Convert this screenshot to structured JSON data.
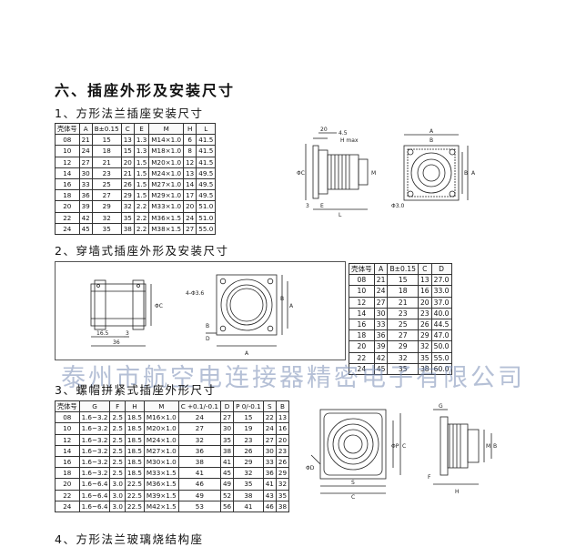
{
  "main_title": "六、插座外形及安装尺寸",
  "sections": [
    {
      "title": "1、方形法兰插座安装尺寸",
      "headers": [
        "壳体号",
        "A",
        "B±0.15",
        "C",
        "E",
        "M",
        "H",
        "L"
      ],
      "rows": [
        [
          "08",
          "21",
          "15",
          "13",
          "1.3",
          "M14×1.0",
          "6",
          "41.5"
        ],
        [
          "10",
          "24",
          "18",
          "15",
          "1.3",
          "M18×1.0",
          "8",
          "41.5"
        ],
        [
          "12",
          "27",
          "21",
          "20",
          "1.5",
          "M20×1.0",
          "12",
          "41.5"
        ],
        [
          "14",
          "30",
          "23",
          "21",
          "1.5",
          "M24×1.0",
          "13",
          "49.5"
        ],
        [
          "16",
          "33",
          "25",
          "26",
          "1.5",
          "M27×1.0",
          "14",
          "49.5"
        ],
        [
          "18",
          "36",
          "27",
          "29",
          "1.5",
          "M29×1.0",
          "17",
          "49.5"
        ],
        [
          "20",
          "39",
          "29",
          "32",
          "2.2",
          "M33×1.0",
          "20",
          "51.0"
        ],
        [
          "22",
          "42",
          "32",
          "35",
          "2.2",
          "M36×1.5",
          "24",
          "51.0"
        ],
        [
          "24",
          "45",
          "35",
          "38",
          "2.2",
          "M38×1.5",
          "27",
          "55.0"
        ]
      ],
      "drawing_labels": {
        "dim1": "20",
        "dim2": "4.5",
        "dim3": "H max",
        "dimM": "M",
        "dimC": "ΦC",
        "dimS": "3",
        "dimE": "E",
        "dimL": "L",
        "dimB": "B",
        "dimA": "A",
        "dimA2": "A",
        "dimB2": "B",
        "dimHole": "Φ3.0"
      }
    },
    {
      "title": "2、穿墙式插座外形及安装尺寸",
      "headers": [
        "壳体号",
        "A",
        "B±0.15",
        "C",
        "D"
      ],
      "rows": [
        [
          "08",
          "21",
          "15",
          "13",
          "27.0"
        ],
        [
          "10",
          "24",
          "18",
          "16",
          "33.0"
        ],
        [
          "12",
          "27",
          "21",
          "20",
          "37.0"
        ],
        [
          "14",
          "30",
          "23",
          "23",
          "40.0"
        ],
        [
          "16",
          "33",
          "25",
          "26",
          "44.5"
        ],
        [
          "18",
          "36",
          "27",
          "29",
          "47.0"
        ],
        [
          "20",
          "39",
          "29",
          "32",
          "50.0"
        ],
        [
          "22",
          "42",
          "32",
          "35",
          "55.0"
        ],
        [
          "24",
          "45",
          "35",
          "38",
          "60.0"
        ]
      ],
      "drawing_labels": {
        "dimC": "ΦC",
        "dim165": "16.5",
        "dim3": "3",
        "dim36": "36",
        "holes": "4-Φ3.6",
        "dimA": "A",
        "dimB": "B",
        "dimB2": "B",
        "dimA2": "A",
        "dimD": "D"
      }
    },
    {
      "title": "3、螺帽拼紧式插座外形尺寸",
      "headers": [
        "壳体号",
        "G",
        "F",
        "H",
        "M",
        "C +0.1/-0.1",
        "D",
        "P 0/-0.1",
        "S",
        "B"
      ],
      "rows": [
        [
          "08",
          "1.6~3.2",
          "2.5",
          "18.5",
          "M16×1.0",
          "24",
          "27",
          "15",
          "22",
          "13"
        ],
        [
          "10",
          "1.6~3.2",
          "2.5",
          "18.5",
          "M20×1.0",
          "27",
          "30",
          "19",
          "24",
          "16"
        ],
        [
          "12",
          "1.6~3.2",
          "2.5",
          "18.5",
          "M24×1.0",
          "32",
          "35",
          "23",
          "27",
          "20"
        ],
        [
          "14",
          "1.6~3.2",
          "2.5",
          "18.5",
          "M27×1.0",
          "36",
          "38",
          "26",
          "30",
          "23"
        ],
        [
          "16",
          "1.6~3.2",
          "2.5",
          "18.5",
          "M30×1.0",
          "38",
          "41",
          "29",
          "33",
          "26"
        ],
        [
          "18",
          "1.6~3.2",
          "2.5",
          "18.5",
          "M33×1.5",
          "41",
          "45",
          "32",
          "36",
          "29"
        ],
        [
          "20",
          "1.6~6.4",
          "3.0",
          "22.5",
          "M36×1.5",
          "46",
          "49",
          "35",
          "41",
          "32"
        ],
        [
          "22",
          "1.6~6.4",
          "3.0",
          "22.5",
          "M39×1.5",
          "49",
          "52",
          "38",
          "43",
          "35"
        ],
        [
          "24",
          "1.6~6.4",
          "3.0",
          "22.5",
          "M42×1.5",
          "53",
          "56",
          "41",
          "46",
          "38"
        ]
      ],
      "drawing_labels": {
        "dimP": "ΦP",
        "dimC": "C",
        "dimD": "ΦD",
        "dimS": "S",
        "dimC2": "C",
        "dimG": "G",
        "dimM": "M",
        "dimB": "B",
        "dimF": "F",
        "dimH": "H"
      }
    },
    {
      "title": "4、方形法兰玻璃烧结构座"
    }
  ],
  "watermark": "泰州市航空电连接器精密电子有限公司"
}
